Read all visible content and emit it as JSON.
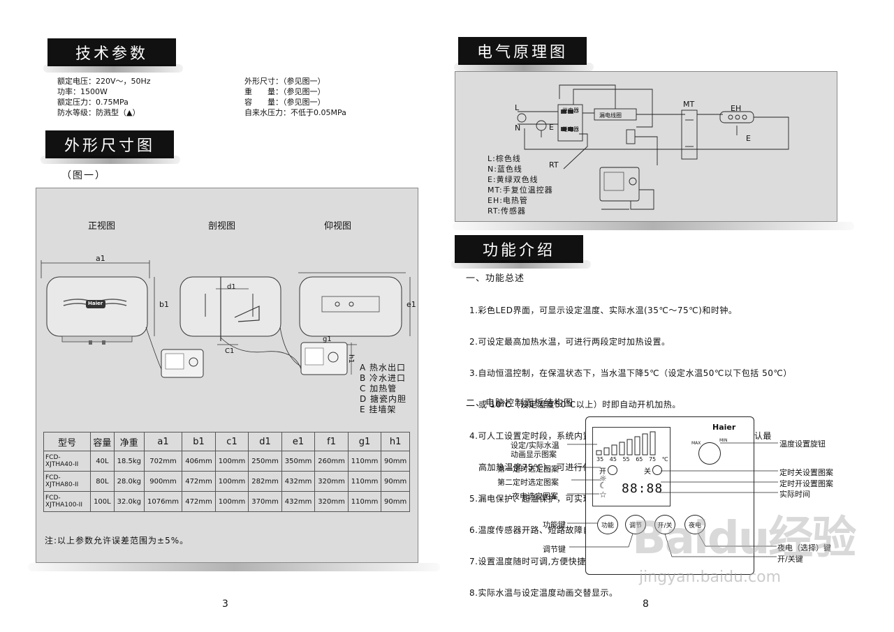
{
  "left": {
    "header_specs": "技术参数",
    "specs_left": [
      "额定电压：220V～，50Hz",
      "功率：1500W",
      "额定压力：0.75MPa",
      "防水等级：防溅型（▲）"
    ],
    "specs_right": [
      "外形尺寸：（参见图一）",
      "重　　量：（参见图一）",
      "容　　量：（参见图一）",
      "自来水压力：不低于0.05MPa"
    ],
    "header_dims": "外形尺寸图",
    "figure_caption": "（图一）",
    "view_front": "正视图",
    "view_section": "剖视图",
    "view_bottom": "仰视图",
    "dim_a1": "a1",
    "dim_b1": "b1",
    "dim_c1": "C1",
    "dim_d1": "d1",
    "dim_e1": "e1",
    "dim_g1": "g1",
    "dim_h1": "h1",
    "brand": "Haier",
    "legend": [
      "A  热水出口",
      "B  冷水进口",
      "C  加热管",
      "D  搪瓷内胆",
      "E  挂墙架"
    ],
    "table": {
      "headers": [
        "型号",
        "容量",
        "净重",
        "a1",
        "b1",
        "c1",
        "d1",
        "e1",
        "f1",
        "g1",
        "h1"
      ],
      "rows": [
        [
          "FCD-XJTHA40-II",
          "40L",
          "18.5kg",
          "702mm",
          "406mm",
          "100mm",
          "250mm",
          "350mm",
          "260mm",
          "110mm",
          "90mm"
        ],
        [
          "FCD-XJTHA80-II",
          "80L",
          "28.0kg",
          "900mm",
          "472mm",
          "100mm",
          "282mm",
          "432mm",
          "320mm",
          "110mm",
          "90mm"
        ],
        [
          "FCD-XJTHA100-II",
          "100L",
          "32.0kg",
          "1076mm",
          "472mm",
          "100mm",
          "370mm",
          "432mm",
          "320mm",
          "110mm",
          "90mm"
        ]
      ]
    },
    "note": "注:以上参数允许误差范围为±5%。",
    "page_number": "3"
  },
  "right": {
    "header_circuit": "电气原理图",
    "circuit_labels": {
      "L": "L",
      "N": "N",
      "E": "E",
      "relay1": "继电器",
      "relay2": "继电器",
      "leak": "漏电线圈",
      "MT": "MT",
      "EH": "EH",
      "E2": "E",
      "RT": "RT"
    },
    "wire_legend": [
      "L:棕色线",
      "N:蓝色线",
      "E:黄绿双色线",
      "MT:手复位温控器",
      "EH:电热管",
      "RT:传感器"
    ],
    "header_func": "功能介绍",
    "section1": "一、功能总述",
    "features": [
      "1.彩色LED界面，可显示设定温度、实际水温(35℃～75℃)和时钟。",
      "2.可设定最高加热水温，可进行两段定时加热设置。",
      "3.自动恒温控制，在保温状态下，当水温下降5℃（设定水温50℃以下包括 50℃）",
      "   或 10℃（设定温度50℃以上）时即自动开机加热。",
      "4.可人工设置定时段，系统内置夜电节能时段（0:00～6:00加热，系统默认最",
      "   高加热温度75℃），可进行任意选择。",
      "5.漏电保护、超温保护，可实现全极断开。",
      "6.温度传感器开路、短路故障自动检测。",
      "7.设置温度随时可调,方便快捷。",
      "8.实际水温与设定温度动画交替显示。"
    ],
    "section2": "二、电脑控制面板结构图",
    "panel": {
      "brand": "Haier",
      "temps": [
        "35",
        "45",
        "55",
        "65",
        "75",
        "℃"
      ],
      "knob_max": "MAX",
      "knob_min": "MIN",
      "on_text": "开",
      "off_text": "关",
      "buttons": [
        "功能",
        "调节",
        "开/关",
        "夜电"
      ],
      "labels_left": [
        "设定/实际水温",
        "动画显示图案",
        "第一定时选定图案",
        "第二定时选定图案",
        "夜电选定图案",
        "功能键",
        "调节键"
      ],
      "labels_right": [
        "温度设置旋钮",
        "定时关设置图案",
        "定时开设置图案",
        "实际时间",
        "夜电（选择）键",
        "开/关键"
      ]
    },
    "page_number": "8"
  },
  "watermark": {
    "logo": "Baidu经验",
    "url": "jingyan.baidu.com"
  },
  "colors": {
    "header_bg": "#111111",
    "panel_bg": "#dcdcdc"
  }
}
